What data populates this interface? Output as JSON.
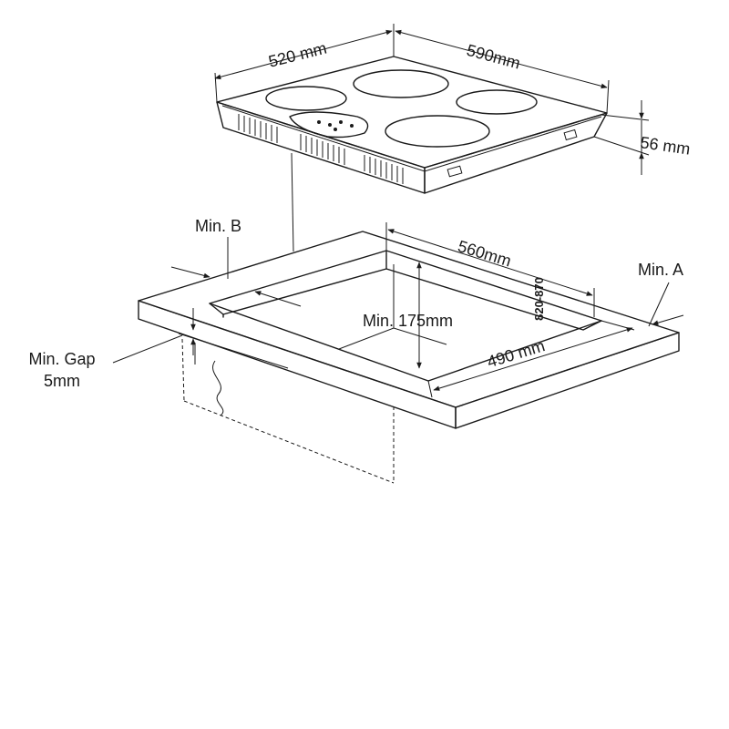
{
  "labels": {
    "hob_width": "590mm",
    "hob_depth": "520 mm",
    "hob_height": "56 mm",
    "cutout_width": "560mm",
    "cutout_depth": "490 mm",
    "min_depth": "Min. 175mm",
    "counter_height": "820-870",
    "min_a": "Min. A",
    "min_b": "Min. B",
    "min_gap_line1": "Min. Gap",
    "min_gap_line2": "5mm"
  },
  "colors": {
    "line": "#1a1a1a",
    "background": "#ffffff"
  }
}
